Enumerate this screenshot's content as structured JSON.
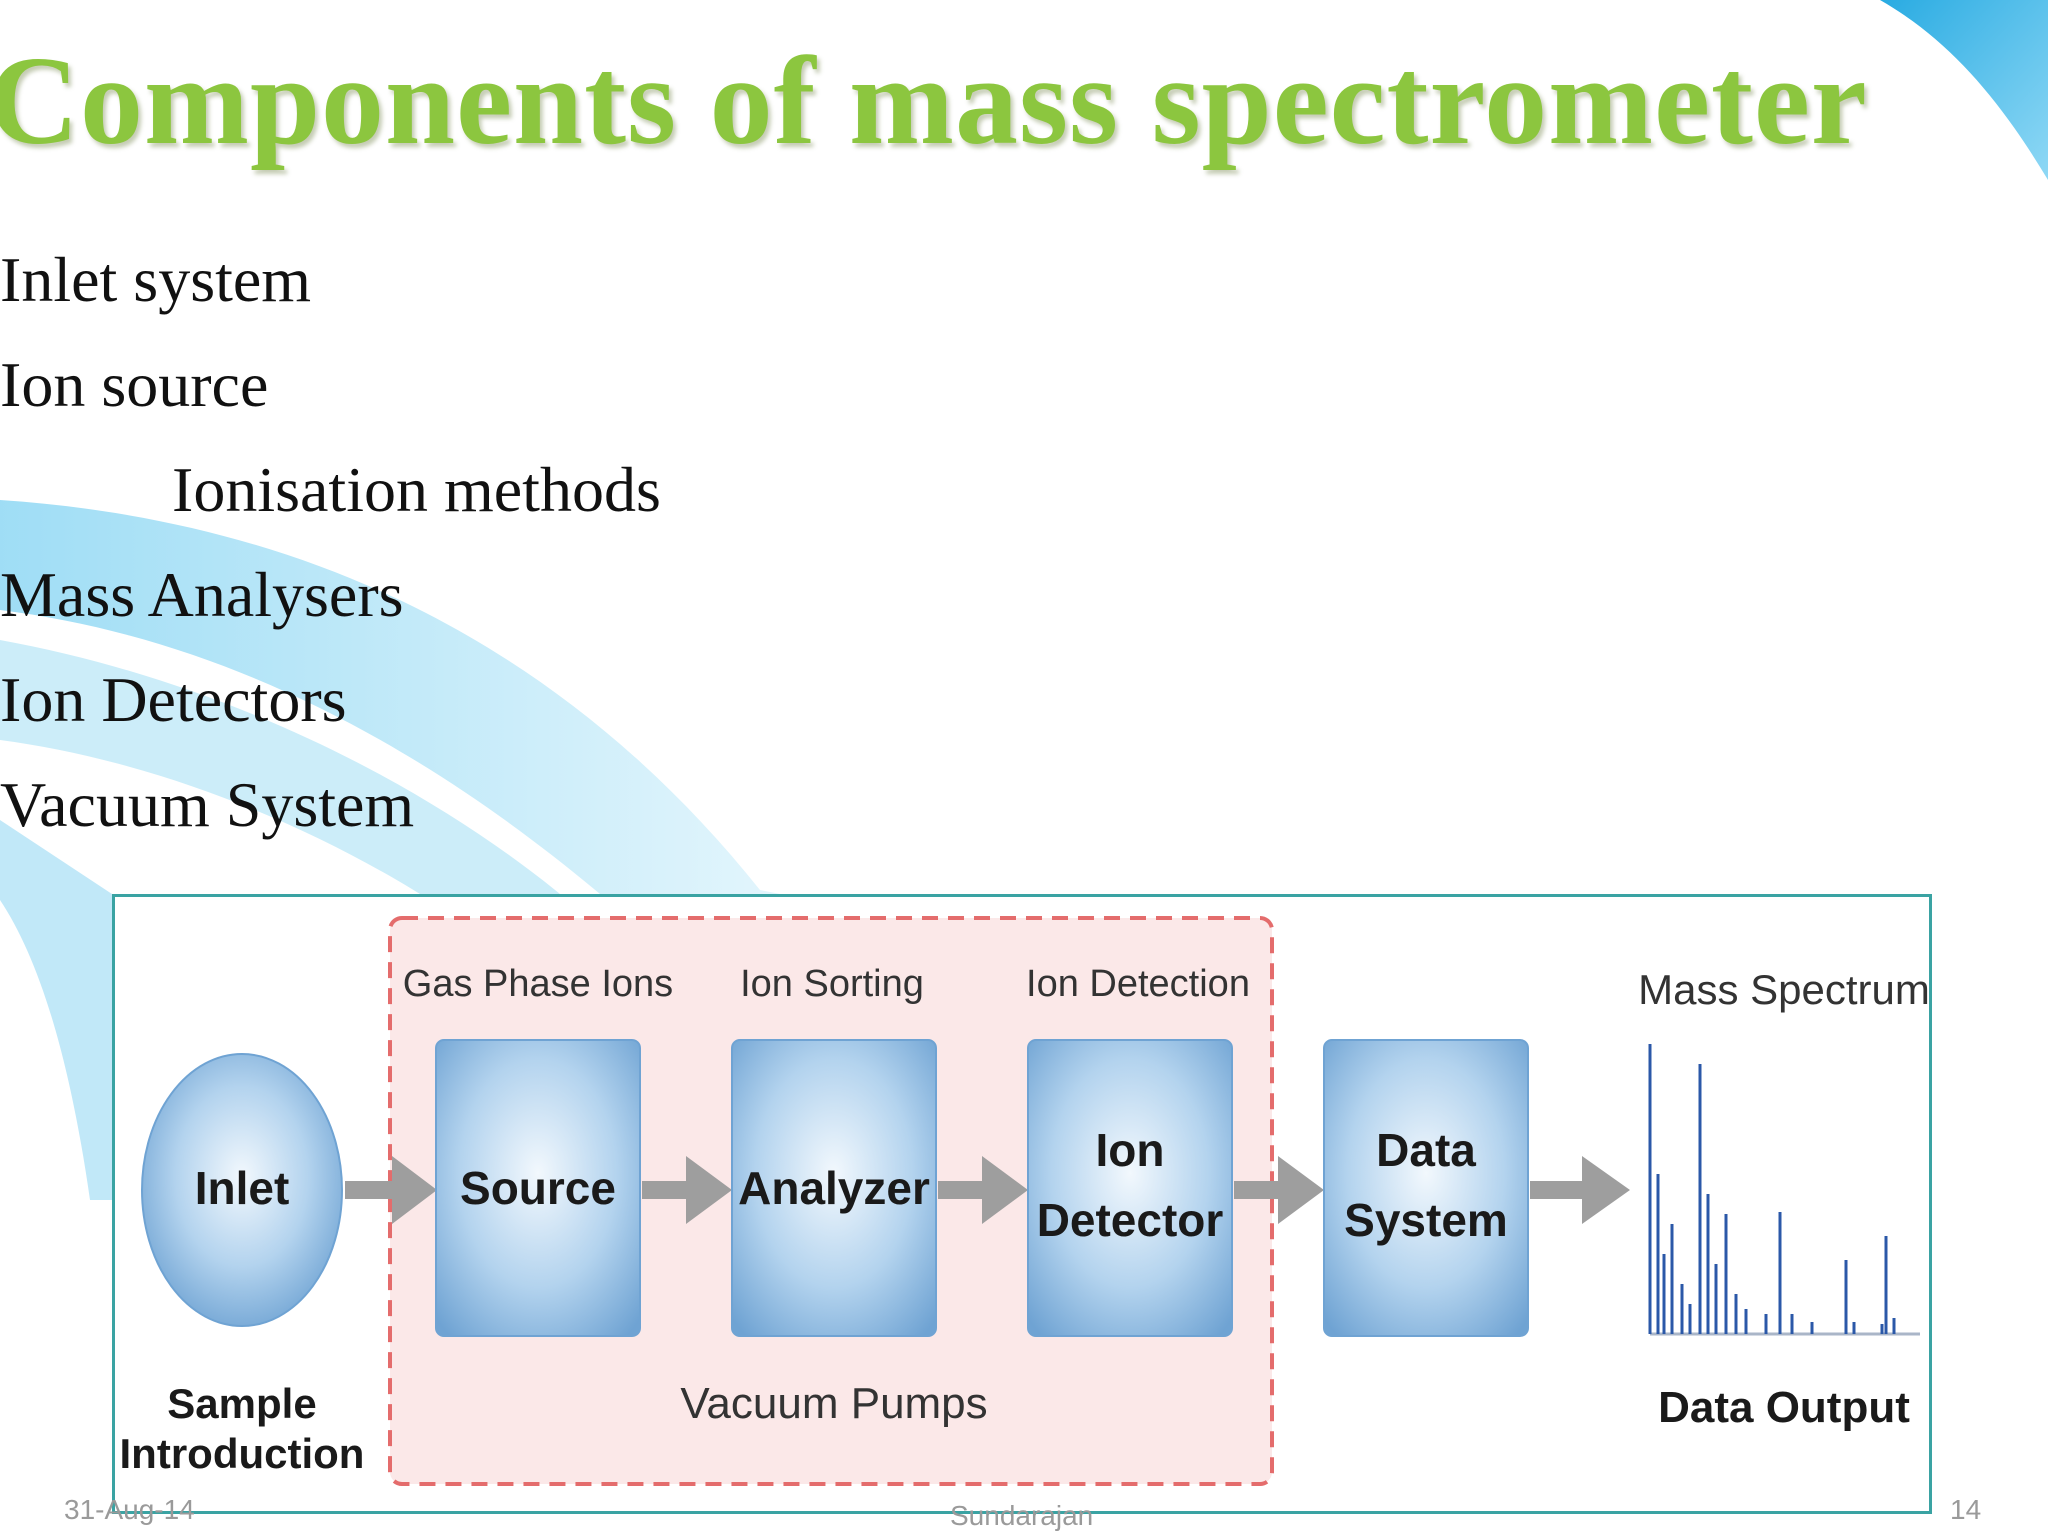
{
  "slide": {
    "title": "Components of mass spectrometer",
    "bullets": [
      {
        "text": "Inlet system",
        "level": 0
      },
      {
        "text": "Ion source",
        "level": 0
      },
      {
        "text": "Ionisation methods",
        "level": 1
      },
      {
        "text": "Mass Analysers",
        "level": 0
      },
      {
        "text": "Ion Detectors",
        "level": 0
      },
      {
        "text": "Vacuum System",
        "level": 0
      }
    ]
  },
  "diagram": {
    "top_labels": {
      "gas_phase_ions": "Gas Phase Ions",
      "ion_sorting": "Ion Sorting",
      "ion_detection": "Ion Detection",
      "mass_spectrum": "Mass Spectrum"
    },
    "nodes": {
      "inlet": [
        "Inlet"
      ],
      "source": [
        "Source"
      ],
      "analyzer": [
        "Analyzer"
      ],
      "ion_detector": [
        "Ion",
        "Detector"
      ],
      "data_system": [
        "Data",
        "System"
      ]
    },
    "bottom_labels": {
      "sample_introduction": [
        "Sample",
        "Introduction"
      ],
      "vacuum_pumps": "Vacuum Pumps",
      "data_output": "Data Output"
    }
  },
  "footer": {
    "date": "31-Aug-14",
    "author": "Sundarajan",
    "page": "14"
  },
  "colors": {
    "title": "#8cc63f",
    "frame_border": "#3aa3a3",
    "vacuum_fill": "#fbe8e8",
    "vacuum_border": "#e46c6c",
    "box_fill": "#8ab8e0",
    "arrow": "#9e9e9e",
    "spectrum": "#2b58a8"
  }
}
